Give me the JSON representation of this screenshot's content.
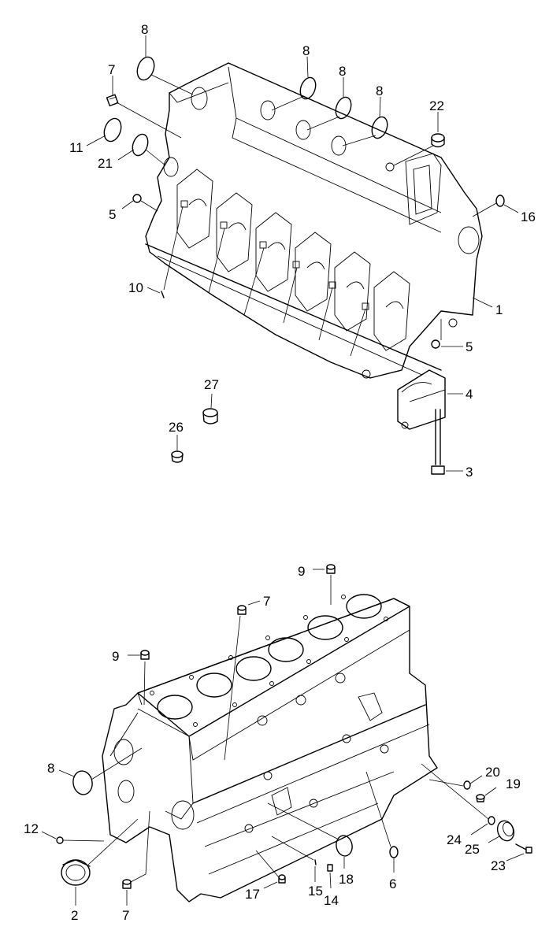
{
  "callouts": {
    "c1": "1",
    "c2": "2",
    "c3": "3",
    "c4": "4",
    "c5a": "5",
    "c5b": "5",
    "c6": "6",
    "c7a": "7",
    "c7b": "7",
    "c7c": "7",
    "c8a": "8",
    "c8b": "8",
    "c8c": "8",
    "c8d": "8",
    "c8e": "8",
    "c9a": "9",
    "c9b": "9",
    "c10": "10",
    "c11": "11",
    "c12": "12",
    "c14": "14",
    "c15": "15",
    "c16": "16",
    "c17": "17",
    "c18": "18",
    "c19": "19",
    "c20": "20",
    "c21": "21",
    "c22": "22",
    "c23": "23",
    "c24": "24",
    "c25": "25",
    "c26": "26",
    "c27": "27"
  }
}
